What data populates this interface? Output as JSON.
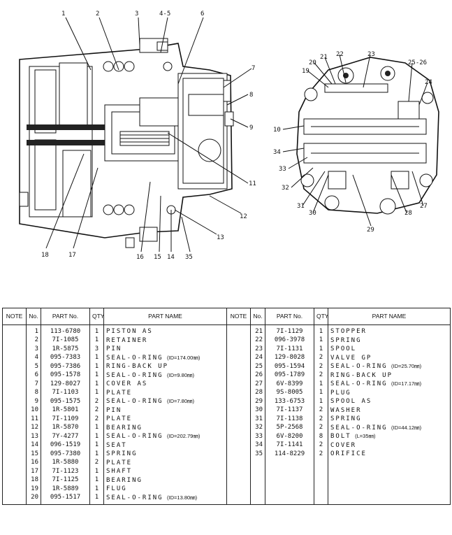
{
  "diagram": {
    "callouts_left": [
      "1",
      "2",
      "3",
      "4-5",
      "6",
      "7",
      "8",
      "9",
      "11",
      "12",
      "13",
      "35",
      "14",
      "15",
      "16",
      "17",
      "18"
    ],
    "callouts_right": [
      "19",
      "20",
      "21",
      "22",
      "23",
      "25-26",
      "24",
      "10",
      "34",
      "33",
      "32",
      "31",
      "30",
      "29",
      "28",
      "27"
    ]
  },
  "table": {
    "headers": {
      "note": "NOTE",
      "no": "No.",
      "part_no": "PART No.",
      "qty": "QTY",
      "part_name": "PART NAME"
    },
    "left_rows": [
      {
        "no": "1",
        "part_no": "113-6780",
        "qty": "1",
        "name": "PISTON AS",
        "dim": ""
      },
      {
        "no": "2",
        "part_no": "7I-1085",
        "qty": "1",
        "name": "RETAINER",
        "dim": ""
      },
      {
        "no": "3",
        "part_no": "1R-5875",
        "qty": "3",
        "name": "PIN",
        "dim": ""
      },
      {
        "no": "4",
        "part_no": "095-7383",
        "qty": "1",
        "name": "SEAL-O-RING",
        "dim": "(ID=174.00㎜)"
      },
      {
        "no": "5",
        "part_no": "095-7386",
        "qty": "1",
        "name": "RING-BACK UP",
        "dim": ""
      },
      {
        "no": "6",
        "part_no": "095-1578",
        "qty": "1",
        "name": "SEAL-O-RING",
        "dim": "(ID=9.80㎜)"
      },
      {
        "no": "7",
        "part_no": "129-8027",
        "qty": "1",
        "name": "COVER AS",
        "dim": ""
      },
      {
        "no": "8",
        "part_no": "7I-1103",
        "qty": "1",
        "name": "PLATE",
        "dim": ""
      },
      {
        "no": "9",
        "part_no": "095-1575",
        "qty": "2",
        "name": "SEAL-O-RING",
        "dim": "(ID=7.80㎜)"
      },
      {
        "no": "10",
        "part_no": "1R-5801",
        "qty": "2",
        "name": "PIN",
        "dim": ""
      },
      {
        "no": "11",
        "part_no": "7I-1109",
        "qty": "2",
        "name": "PLATE",
        "dim": ""
      },
      {
        "no": "12",
        "part_no": "1R-5870",
        "qty": "1",
        "name": "BEARING",
        "dim": ""
      },
      {
        "no": "13",
        "part_no": "7Y-4277",
        "qty": "1",
        "name": "SEAL-O-RING",
        "dim": "(ID=202.79㎜)"
      },
      {
        "no": "14",
        "part_no": "096-1519",
        "qty": "1",
        "name": "SEAT",
        "dim": ""
      },
      {
        "no": "15",
        "part_no": "095-7380",
        "qty": "1",
        "name": "SPRING",
        "dim": ""
      },
      {
        "no": "16",
        "part_no": "1R-5880",
        "qty": "2",
        "name": "PLATE",
        "dim": ""
      },
      {
        "no": "17",
        "part_no": "7I-1123",
        "qty": "1",
        "name": "SHAFT",
        "dim": ""
      },
      {
        "no": "18",
        "part_no": "7I-1125",
        "qty": "1",
        "name": "BEARING",
        "dim": ""
      },
      {
        "no": "19",
        "part_no": "1R-5889",
        "qty": "1",
        "name": "FLUG",
        "dim": ""
      },
      {
        "no": "20",
        "part_no": "095-1517",
        "qty": "1",
        "name": "SEAL-O-RING",
        "dim": "(ID=13.80㎜)"
      }
    ],
    "right_rows": [
      {
        "no": "21",
        "part_no": "7I-1129",
        "qty": "1",
        "name": "STOPPER",
        "dim": ""
      },
      {
        "no": "22",
        "part_no": "096-3978",
        "qty": "1",
        "name": "SPRING",
        "dim": ""
      },
      {
        "no": "23",
        "part_no": "7I-1131",
        "qty": "1",
        "name": "SPOOL",
        "dim": ""
      },
      {
        "no": "24",
        "part_no": "129-8028",
        "qty": "2",
        "name": "VALVE GP",
        "dim": ""
      },
      {
        "no": "25",
        "part_no": "095-1594",
        "qty": "2",
        "name": "SEAL-O-RING",
        "dim": "(ID=25.70㎜)"
      },
      {
        "no": "26",
        "part_no": "095-1789",
        "qty": "2",
        "name": "RING-BACK UP",
        "dim": ""
      },
      {
        "no": "27",
        "part_no": "6V-8399",
        "qty": "1",
        "name": "SEAL-O-RING",
        "dim": "(ID=17.17㎜)"
      },
      {
        "no": "28",
        "part_no": "9S-8005",
        "qty": "1",
        "name": "PLUG",
        "dim": ""
      },
      {
        "no": "29",
        "part_no": "133-6753",
        "qty": "1",
        "name": "SPOOL AS",
        "dim": ""
      },
      {
        "no": "30",
        "part_no": "7I-1137",
        "qty": "2",
        "name": "WASHER",
        "dim": ""
      },
      {
        "no": "31",
        "part_no": "7I-1138",
        "qty": "2",
        "name": "SPRING",
        "dim": ""
      },
      {
        "no": "32",
        "part_no": "5P-2568",
        "qty": "2",
        "name": "SEAL-O-RING",
        "dim": "(ID=44.12㎜)"
      },
      {
        "no": "33",
        "part_no": "6V-8200",
        "qty": "8",
        "name": "BOLT",
        "dim": "(L=35㎜)"
      },
      {
        "no": "34",
        "part_no": "7I-1141",
        "qty": "2",
        "name": "COVER",
        "dim": ""
      },
      {
        "no": "35",
        "part_no": "114-8229",
        "qty": "2",
        "name": "ORIFICE",
        "dim": ""
      }
    ]
  }
}
